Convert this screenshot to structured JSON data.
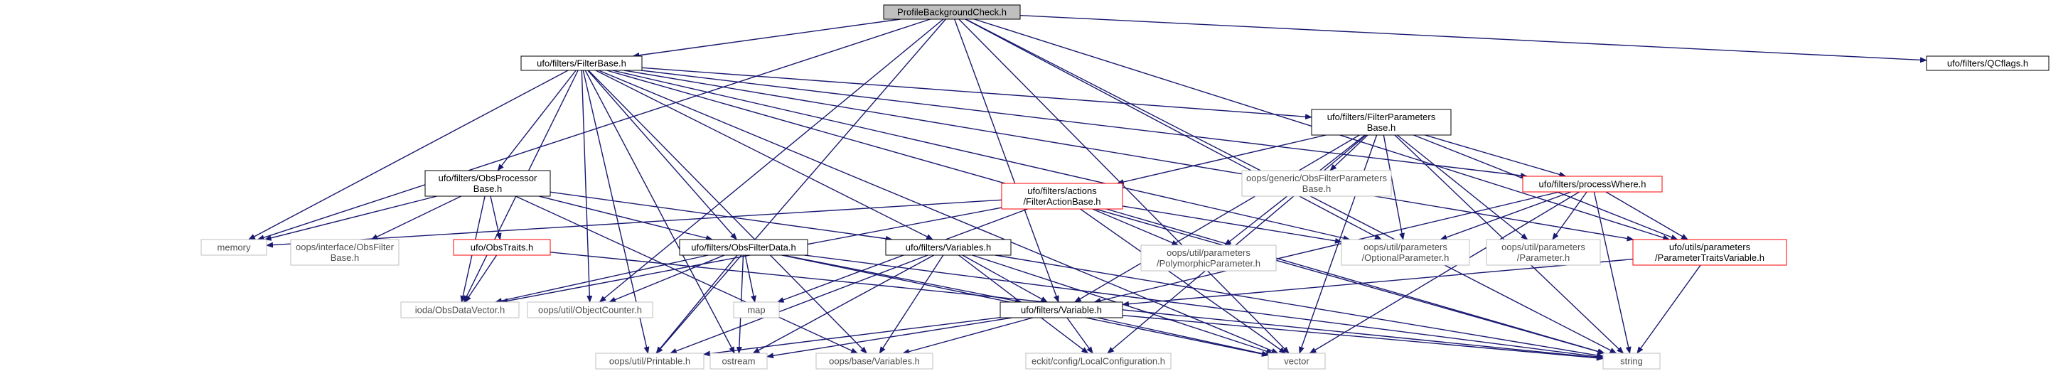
{
  "diagram": {
    "colors": {
      "edge": "#191970",
      "root_fill": "#bfbfbf",
      "documented_border": "#000000",
      "incomplete_border": "#ff0000",
      "external_border": "#bfbfbf",
      "external_text": "#4d4d4d"
    },
    "nodes": [
      {
        "id": "pbc",
        "lines": [
          "ProfileBackgroundCheck.h"
        ],
        "kind": "root"
      },
      {
        "id": "filterbase",
        "lines": [
          "ufo/filters/FilterBase.h"
        ],
        "kind": "documented"
      },
      {
        "id": "qcflags",
        "lines": [
          "ufo/filters/QCflags.h"
        ],
        "kind": "documented"
      },
      {
        "id": "fparams",
        "lines": [
          "ufo/filters/FilterParameters",
          "Base.h"
        ],
        "kind": "documented"
      },
      {
        "id": "obsproc",
        "lines": [
          "ufo/filters/ObsProcessor",
          "Base.h"
        ],
        "kind": "documented"
      },
      {
        "id": "faction",
        "lines": [
          "ufo/filters/actions",
          "/FilterActionBase.h"
        ],
        "kind": "incomplete"
      },
      {
        "id": "ogen",
        "lines": [
          "oops/generic/ObsFilterParameters",
          "Base.h"
        ],
        "kind": "external"
      },
      {
        "id": "procwhere",
        "lines": [
          "ufo/filters/processWhere.h"
        ],
        "kind": "incomplete"
      },
      {
        "id": "memory",
        "lines": [
          "memory"
        ],
        "kind": "external"
      },
      {
        "id": "oifb",
        "lines": [
          "oops/interface/ObsFilter",
          "Base.h"
        ],
        "kind": "external"
      },
      {
        "id": "obstraits",
        "lines": [
          "ufo/ObsTraits.h"
        ],
        "kind": "incomplete"
      },
      {
        "id": "ofdata",
        "lines": [
          "ufo/filters/ObsFilterData.h"
        ],
        "kind": "documented"
      },
      {
        "id": "variables",
        "lines": [
          "ufo/filters/Variables.h"
        ],
        "kind": "documented"
      },
      {
        "id": "polyparam",
        "lines": [
          "oops/util/parameters",
          "/PolymorphicParameter.h"
        ],
        "kind": "external"
      },
      {
        "id": "optparam",
        "lines": [
          "oops/util/parameters",
          "/OptionalParameter.h"
        ],
        "kind": "external"
      },
      {
        "id": "param",
        "lines": [
          "oops/util/parameters",
          "/Parameter.h"
        ],
        "kind": "external"
      },
      {
        "id": "ptv",
        "lines": [
          "ufo/utils/parameters",
          "/ParameterTraitsVariable.h"
        ],
        "kind": "incomplete"
      },
      {
        "id": "iodaovec",
        "lines": [
          "ioda/ObsDataVector.h"
        ],
        "kind": "external"
      },
      {
        "id": "objcounter",
        "lines": [
          "oops/util/ObjectCounter.h"
        ],
        "kind": "external"
      },
      {
        "id": "map",
        "lines": [
          "map"
        ],
        "kind": "external"
      },
      {
        "id": "variable",
        "lines": [
          "ufo/filters/Variable.h"
        ],
        "kind": "documented"
      },
      {
        "id": "printable",
        "lines": [
          "oops/util/Printable.h"
        ],
        "kind": "external"
      },
      {
        "id": "ostream",
        "lines": [
          "ostream"
        ],
        "kind": "external"
      },
      {
        "id": "oopsvars",
        "lines": [
          "oops/base/Variables.h"
        ],
        "kind": "external"
      },
      {
        "id": "localconf",
        "lines": [
          "eckit/config/LocalConfiguration.h"
        ],
        "kind": "external"
      },
      {
        "id": "vector",
        "lines": [
          "vector"
        ],
        "kind": "external"
      },
      {
        "id": "string",
        "lines": [
          "string"
        ],
        "kind": "external"
      }
    ]
  }
}
